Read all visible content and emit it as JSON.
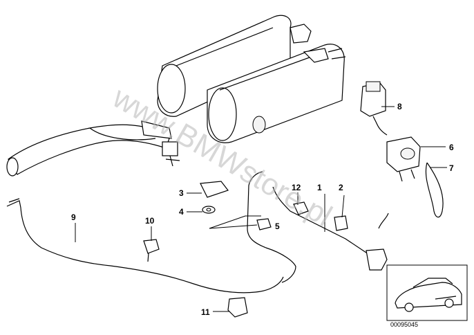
{
  "watermark": "www.BMWstore.pl",
  "diagram_code": "00095045",
  "callouts": {
    "c1": "1",
    "c2": "2",
    "c3": "3",
    "c4": "4",
    "c5": "5",
    "c6": "6",
    "c7": "7",
    "c8": "8",
    "c9": "9",
    "c10": "10",
    "c11": "11",
    "c12": "12"
  }
}
